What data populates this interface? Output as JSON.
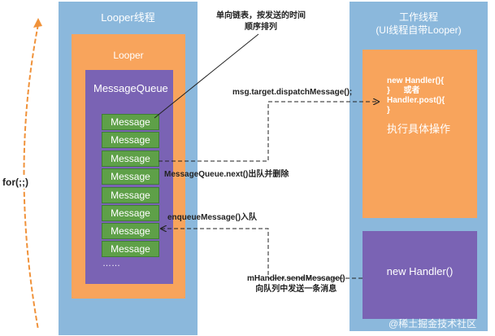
{
  "loop": {
    "label": "for(;;)"
  },
  "looper_thread": {
    "title": "Looper线程",
    "looper_label": "Looper",
    "queue_label": "MessageQueue",
    "messages": [
      "Message",
      "Message",
      "Message",
      "Message",
      "Message",
      "Message",
      "Message",
      "Message"
    ],
    "ellipsis": "……"
  },
  "worker_thread": {
    "title": "工作线程",
    "subtitle": "(UI线程自带Looper)",
    "handler_code": [
      "new Handler(){",
      "}      或者",
      "Handler.post(){",
      "}"
    ],
    "handler_action": "执行具体操作",
    "send_label": "new Handler()"
  },
  "annotations": {
    "list_note_line1": "单向链表，按发送的时间",
    "list_note_line2": "顺序排列",
    "dispatch": "msg.target.dispatchMessage();",
    "next": "MessageQueue.next()出队并删除",
    "enqueue": "enqueueMessage()入队",
    "send_line1": "mHandler.sendMessage()",
    "send_line2": "向队列中发送一条消息"
  },
  "watermark": "@稀土掘金技术社区",
  "colors": {
    "panel": "#8bb8dc",
    "orange": "#f8a45c",
    "purple": "#7a63b4",
    "message": "#5ea048",
    "loop_arrow": "#f0923a"
  }
}
